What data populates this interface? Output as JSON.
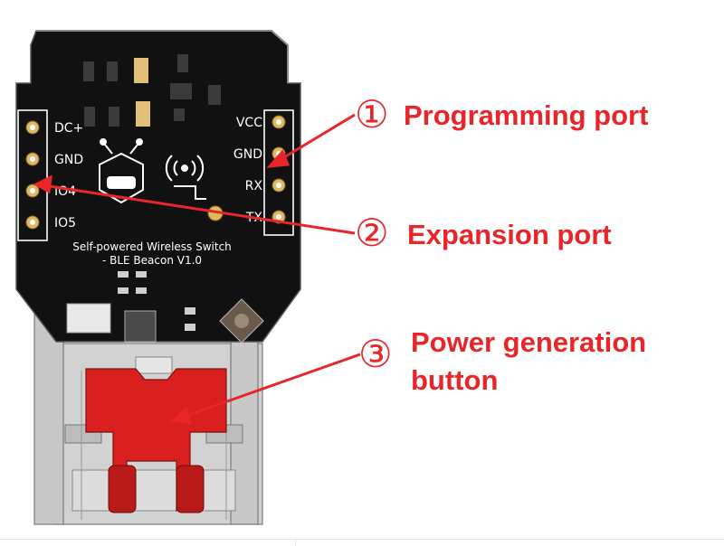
{
  "board": {
    "silkscreen_line1": "Self-powered Wireless Switch",
    "silkscreen_line2": "- BLE Beacon V1.0"
  },
  "left_header": {
    "pins": [
      "DC+",
      "GND",
      "IO4",
      "IO5"
    ]
  },
  "right_header": {
    "pins": [
      "VCC",
      "GND",
      "RX",
      "TX"
    ]
  },
  "callouts": [
    {
      "number": "①",
      "label_lines": [
        "Programming port"
      ]
    },
    {
      "number": "②",
      "label_lines": [
        "Expansion port"
      ]
    },
    {
      "number": "③",
      "label_lines": [
        "Power generation",
        "button"
      ]
    }
  ],
  "colors": {
    "annotation_red": "#e8262a",
    "pcb_black": "#111111",
    "button_red": "#d9201f",
    "pad_gold": "#e0b860",
    "housing_grey": "#c9c9c9"
  }
}
